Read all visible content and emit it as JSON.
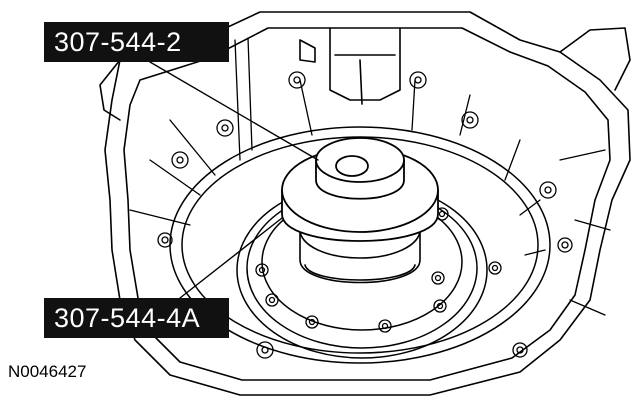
{
  "callouts": [
    {
      "label": "307-544-2"
    },
    {
      "label": "307-544-4A"
    }
  ],
  "figure_code": "N0046427",
  "colors": {
    "ink": "#000000",
    "label_bg": "#111111",
    "label_text": "#ffffff"
  }
}
